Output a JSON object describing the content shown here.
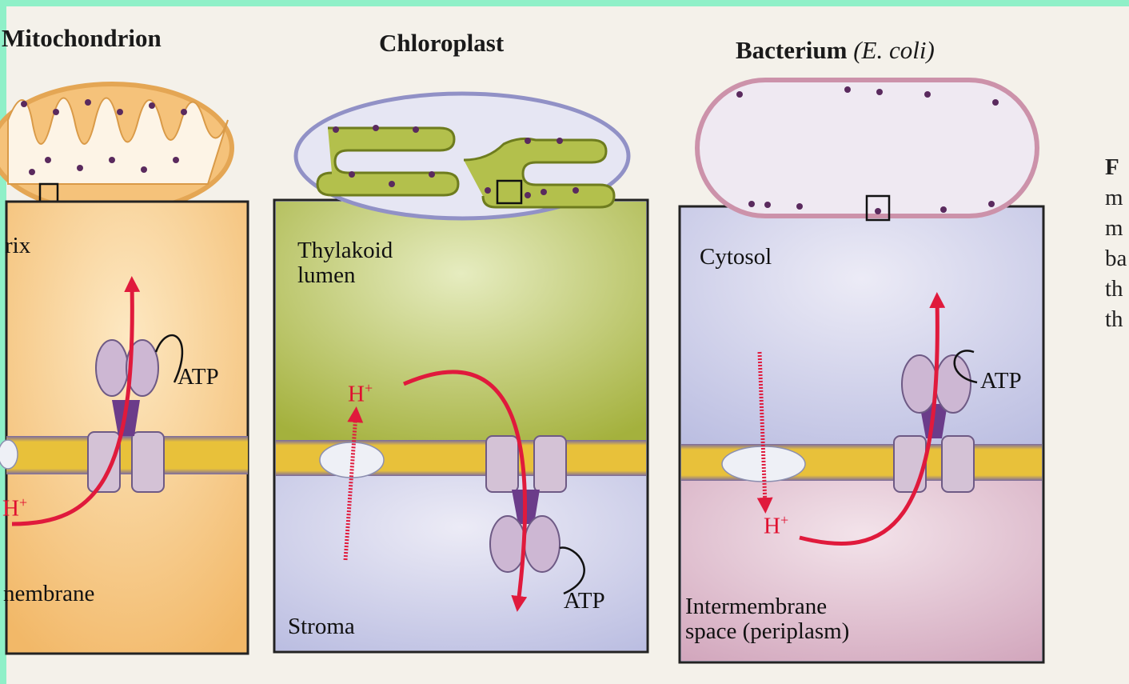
{
  "panels": {
    "mitochondrion": {
      "title": "Mitochondrion",
      "top_label": "rix",
      "bottom_label": "nembrane",
      "proton": "H",
      "proton_sup": "+",
      "atp": "ATP"
    },
    "chloroplast": {
      "title": "Chloroplast",
      "top_label_line1": "Thylakoid",
      "top_label_line2": "lumen",
      "bottom_label": "Stroma",
      "proton": "H",
      "proton_sup": "+",
      "atp": "ATP"
    },
    "bacterium": {
      "title": "Bacterium",
      "title_italic": "(E. coli)",
      "top_label": "Cytosol",
      "bottom_label_line1": "Intermembrane",
      "bottom_label_line2": "space (periplasm)",
      "proton": "H",
      "proton_sup": "+",
      "atp": "ATP"
    }
  },
  "side_text": [
    "F",
    "m",
    "m",
    "ba",
    "th",
    "th"
  ],
  "colors": {
    "proton_arrow": "#e01a3c",
    "membrane_yellow": "#e8c13a",
    "mito_fill": "#f6c77e",
    "thylakoid_green": "#a7b545",
    "stroma_lavender": "#c9cbe8",
    "periplasm_pink": "#d8b2c4",
    "atp_synthase": "#b49bc0"
  }
}
